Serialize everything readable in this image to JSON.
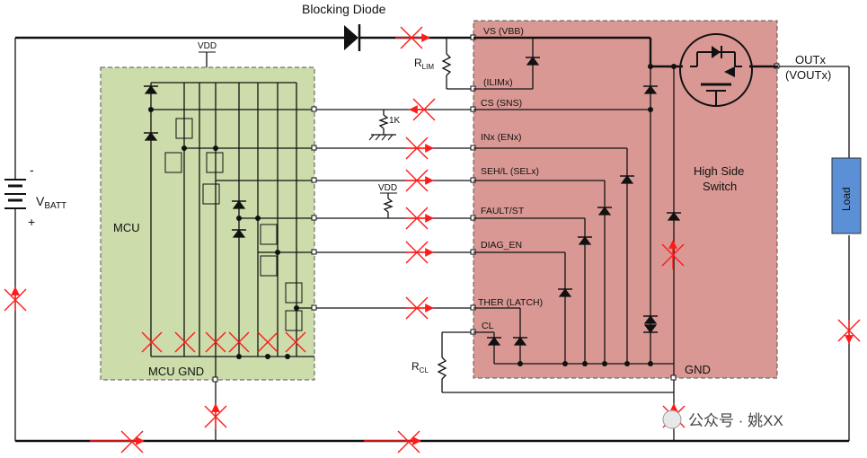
{
  "labels": {
    "blocking_diode": "Blocking Diode",
    "vbatt": "V",
    "vbatt_sub": "BATT",
    "mcu": "MCU",
    "mcu_gnd": "MCU GND",
    "vdd_top": "VDD",
    "vdd_mid": "VDD",
    "resistor_1k": "1K",
    "rlim": "R",
    "rlim_sub": "LIM",
    "rcl": "R",
    "rcl_sub": "CL",
    "high_side_switch_line1": "High Side",
    "high_side_switch_line2": "Switch",
    "gnd": "GND",
    "outx": "OUTx",
    "voutx": "(VOUTx)",
    "load": "Load",
    "battery_minus": "-",
    "battery_plus": "+"
  },
  "pins": {
    "vs": "VS (VBB)",
    "ilim": "(ILIMx)",
    "cs": "CS (SNS)",
    "inx": "INx (ENx)",
    "seh": "SEH/L (SELx)",
    "fault": "FAULT/ST",
    "diag": "DIAG_EN",
    "ther": "THER (LATCH)",
    "cl": "CL"
  },
  "watermark": "公众号 · 姚XX",
  "colors": {
    "mcu_fill": "#ccdcaa",
    "switch_fill": "#da9894",
    "load_fill": "#5b8fd6",
    "fault_mark": "#ff1a1a",
    "wire": "#111111"
  }
}
